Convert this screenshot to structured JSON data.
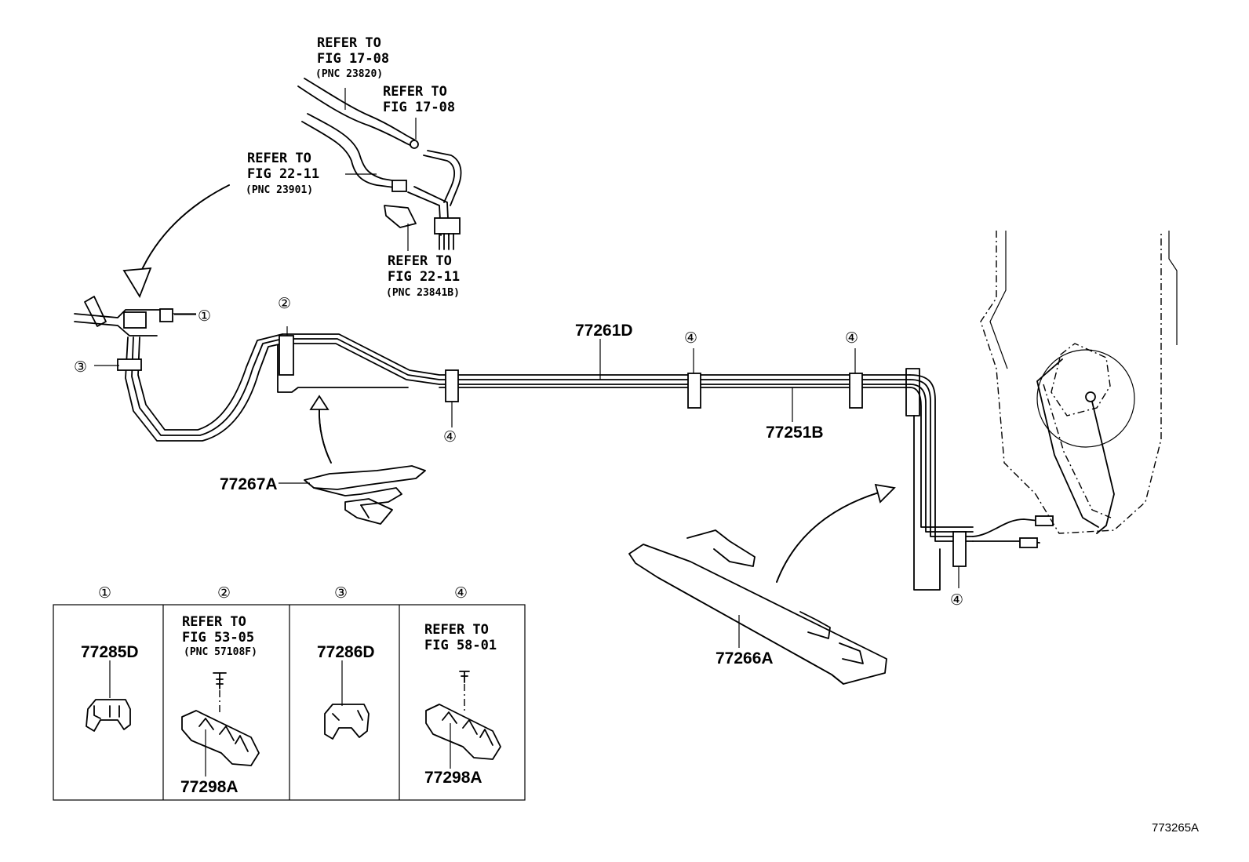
{
  "refs": {
    "fig17_08_a": {
      "line1": "REFER TO",
      "line2": "FIG 17-08",
      "line3": "(PNC 23820)"
    },
    "fig17_08_b": {
      "line1": "REFER TO",
      "line2": "FIG 17-08"
    },
    "fig22_11_a": {
      "line1": "REFER TO",
      "line2": "FIG 22-11",
      "line3": "(PNC 23901)"
    },
    "fig22_11_b": {
      "line1": "REFER TO",
      "line2": "FIG 22-11",
      "line3": "(PNC 23841B)"
    }
  },
  "callouts": {
    "c1": "①",
    "c2": "②",
    "c3": "③",
    "c4": "④"
  },
  "parts": {
    "p77261D": "77261D",
    "p77251B": "77251B",
    "p77267A": "77267A",
    "p77266A": "77266A"
  },
  "legend": {
    "col1": {
      "num": "①",
      "part": "77285D"
    },
    "col2": {
      "num": "②",
      "line1": "REFER TO",
      "line2": "FIG 53-05",
      "line3": "(PNC 57108F)",
      "part": "77298A"
    },
    "col3": {
      "num": "③",
      "part": "77286D"
    },
    "col4": {
      "num": "④",
      "line1": "REFER TO",
      "line2": "FIG 58-01",
      "part": "77298A"
    }
  },
  "diagram_code": "773265A"
}
